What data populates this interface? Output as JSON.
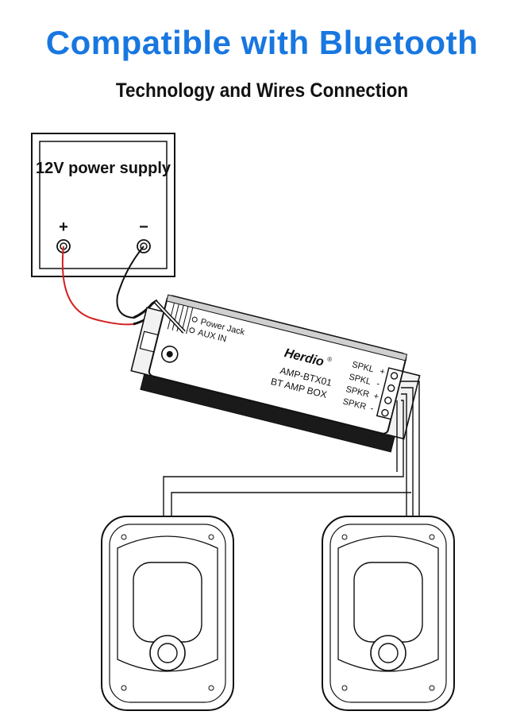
{
  "header": {
    "title": "Compatible with Bluetooth",
    "subtitle": "Technology and Wires Connection"
  },
  "power_supply": {
    "label": "12V power supply",
    "plus": "+",
    "minus": "−"
  },
  "amplifier": {
    "brand": "Herdio",
    "registered": "®",
    "power_jack": "Power Jack",
    "aux_in": "AUX IN",
    "model": "AMP-BTX01",
    "box": "BT AMP BOX",
    "terminals": [
      {
        "name": "SPKL",
        "sign": "+"
      },
      {
        "name": "SPKL",
        "sign": "-"
      },
      {
        "name": "SPKR",
        "sign": "+"
      },
      {
        "name": "SPKR",
        "sign": "-"
      }
    ]
  },
  "colors": {
    "title": "#1877e0",
    "red_wire": "#d42020",
    "black_wire": "#111111"
  }
}
